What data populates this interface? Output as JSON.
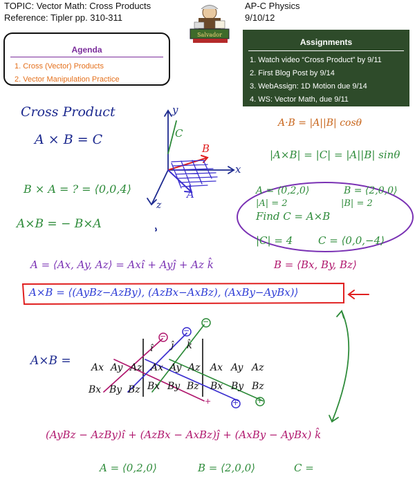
{
  "header": {
    "topic": "TOPIC: Vector Math: Cross Products",
    "reference": "Reference: Tipler pp. 310-311",
    "course": "AP-C Physics",
    "date": "9/10/12",
    "logo_text": "Salvador"
  },
  "agenda": {
    "title": "Agenda",
    "items": [
      "1. Cross (Vector) Products",
      "2. Vector Manipulation Practice"
    ]
  },
  "assignments": {
    "title": "Assignments",
    "items": [
      "1. Watch video “Cross Product” by 9/11",
      "2. First Blog Post by 9/14",
      "3. WebAssign: 1D Motion due 9/14",
      "4. WS: Vector Math, due 9/11"
    ]
  },
  "notes": {
    "heading": "Cross Product",
    "axb_c": "A × B = C",
    "bxa": "B × A = ? = ⟨0,0,4⟩",
    "axb_neg": "A×B = − B×A",
    "dot": "A·B = |A||B| cosθ",
    "mag": "|A×B| = |C| = |A||B| sinθ",
    "axis_x": "x",
    "axis_y": "y",
    "axis_z": "z",
    "label_a": "A",
    "label_b": "B",
    "label_c": "C",
    "ex_a": "A = ⟨0,2,0⟩",
    "ex_b": "B = ⟨2,0,0⟩",
    "ex_amag": "|A| = 2",
    "ex_bmag": "|B| = 2",
    "ex_find": "Find   C = A×B",
    "ex_cmag": "|C| = 4",
    "ex_c": "C = ⟨0,0,−4⟩",
    "a_comp": "A = ⟨Ax, Ay, Az⟩ = Axî + Ayĵ + Az k̂",
    "b_comp": "B = ⟨Bx, By, Bz⟩",
    "formula": "A×B = ⟨(AyBz−AzBy), (AzBx−AxBz), (AxBy−AyBx)⟩",
    "axb_eq": "A×B =",
    "row_a": [
      "Ax",
      "Ay",
      "Az",
      "Ax",
      "Ay",
      "Az"
    ],
    "row_b": [
      "Bx",
      "By",
      "Bz",
      "Bx",
      "By",
      "Bz"
    ],
    "minus": "−",
    "plus": "+",
    "unit_i": "î",
    "unit_j": "ĵ",
    "unit_k": "k̂",
    "expanded": "(AyBz − AzBy)î + (AzBx − AxBz)ĵ + (AxBy − AyBx) k̂",
    "bottom_a": "A = ⟨0,2,0⟩",
    "bottom_b": "B = ⟨2,0,0⟩",
    "bottom_c": "C ="
  },
  "colors": {
    "navy": "#1d2a8f",
    "green": "#2e8b3a",
    "orange": "#c8661c",
    "purple": "#7a32b4",
    "magenta": "#b0186e",
    "red": "#e02020",
    "blue": "#2e3dd6"
  }
}
